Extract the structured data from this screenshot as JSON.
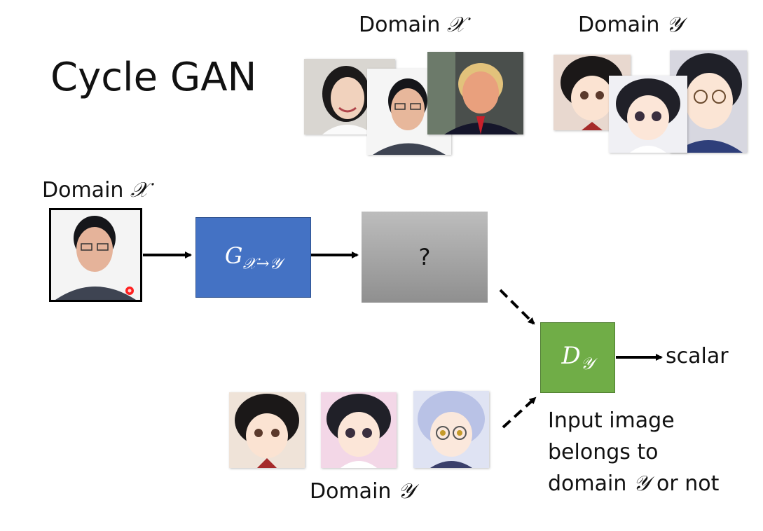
{
  "slide": {
    "title": "Cycle GAN"
  },
  "top_labels": {
    "domain_x_word": "Domain",
    "domain_x_symbol": "𝒳",
    "domain_y_word": "Domain",
    "domain_y_symbol": "𝒴"
  },
  "left_label": {
    "word": "Domain",
    "symbol": "𝒳"
  },
  "generator": {
    "letter": "G",
    "subscript": "𝒳→𝒴"
  },
  "output_box": {
    "text": "?"
  },
  "discriminator": {
    "letter": "D",
    "subscript": "𝒴"
  },
  "output_label": "scalar",
  "description": {
    "line1": "Input image",
    "line2": "belongs to",
    "line3_pre": "domain",
    "line3_symbol": "𝒴",
    "line3_post": "or not"
  },
  "bottom_label": {
    "word": "Domain",
    "symbol": "𝒴"
  },
  "colors": {
    "generator_fill": "#4472c4",
    "discriminator_fill": "#70ad47",
    "output_box_fill": "#a6a6a6",
    "arrow": "#000000"
  }
}
